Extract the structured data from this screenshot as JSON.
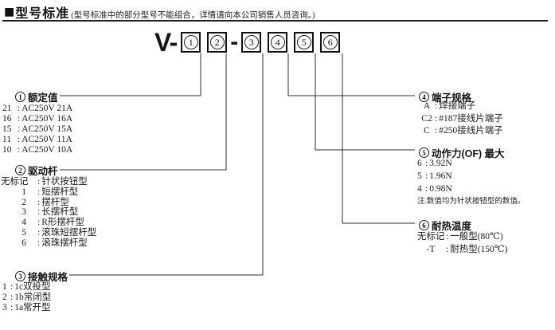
{
  "header": {
    "marker": "■",
    "title": "型号标准",
    "subtitle": "(型号标准中的部分型号不能组合，详情请向本公司销售人员咨询。)"
  },
  "model": {
    "prefix": "V-",
    "separator": "-",
    "group1": [
      {
        "digit": "1"
      },
      {
        "digit": "2"
      }
    ],
    "group2": [
      {
        "digit": "3"
      },
      {
        "digit": "4"
      },
      {
        "digit": "5"
      },
      {
        "digit": "6"
      }
    ]
  },
  "sections": [
    {
      "num": "1",
      "title": "额定值",
      "items": [
        {
          "code": "21",
          "sep": ":",
          "label": "AC250V 21A"
        },
        {
          "code": "16",
          "sep": ":",
          "label": "AC250V 16A"
        },
        {
          "code": "15",
          "sep": ":",
          "label": "AC250V 15A"
        },
        {
          "code": "11",
          "sep": ":",
          "label": "AC250V 11A"
        },
        {
          "code": "10",
          "sep": ":",
          "label": "AC250V 10A"
        }
      ]
    },
    {
      "num": "2",
      "title": "驱动杆",
      "items": [
        {
          "code": "无标记",
          "sep": ":",
          "label": "针状按钮型"
        },
        {
          "code": "1",
          "sep": ":",
          "label": "短摆杆型"
        },
        {
          "code": "2",
          "sep": ":",
          "label": "摆杆型"
        },
        {
          "code": "3",
          "sep": ":",
          "label": "长摆杆型"
        },
        {
          "code": "4",
          "sep": ":",
          "label": "R形摆杆型"
        },
        {
          "code": "5",
          "sep": ":",
          "label": "滚珠短摆杆型"
        },
        {
          "code": "6",
          "sep": ":",
          "label": "滚珠摆杆型"
        }
      ]
    },
    {
      "num": "3",
      "title": "接触规格",
      "items": [
        {
          "code": "1",
          "sep": ":",
          "label": "1c双投型"
        },
        {
          "code": "2",
          "sep": ":",
          "label": "1b常闭型"
        },
        {
          "code": "3",
          "sep": ":",
          "label": "1a常开型"
        }
      ]
    },
    {
      "num": "4",
      "title": "端子规格",
      "items": [
        {
          "code": "A",
          "sep": ":",
          "label": "焊接端子"
        },
        {
          "code": "C2",
          "sep": ":",
          "label": "#187接线片端子"
        },
        {
          "code": "C",
          "sep": ":",
          "label": "#250接线片端子"
        }
      ]
    },
    {
      "num": "5",
      "title": "动作力(OF) 最大",
      "items": [
        {
          "code": "6",
          "sep": ":",
          "label": "3.92N"
        },
        {
          "code": "5",
          "sep": ":",
          "label": "1.96N"
        },
        {
          "code": "4",
          "sep": ":",
          "label": "0.98N"
        }
      ],
      "note": "注.数值均为针状按钮型的数值。"
    },
    {
      "num": "6",
      "title": "耐热温度",
      "items": [
        {
          "code": "无标记",
          "sep": ":",
          "label": "一般型(80℃)"
        },
        {
          "code": "-T",
          "sep": ":",
          "label": "耐热型(150℃)"
        }
      ]
    }
  ]
}
